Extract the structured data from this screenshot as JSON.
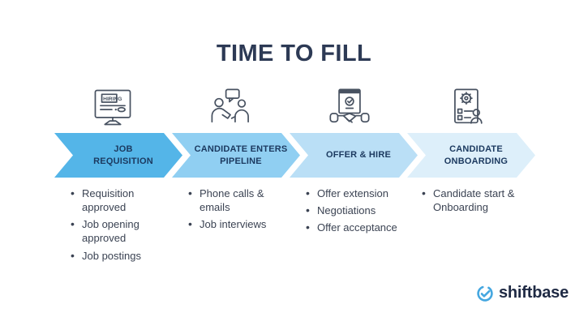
{
  "title": "TIME TO FILL",
  "palette": {
    "title_color": "#2d3a55",
    "label_color": "#1c3a60",
    "bullet_color": "#3b4353",
    "arrow_colors": [
      "#54b5e8",
      "#90cff2",
      "#badff6",
      "#ddeffa"
    ],
    "logo_blue": "#45a7e0",
    "logo_text_color": "#1f2a44"
  },
  "stages": [
    {
      "label": "JOB REQUISITION",
      "icon": "hiring-monitor-icon",
      "arrow_color": "#54b5e8",
      "icon_text": "HIRING",
      "bullets": [
        "Requisition approved",
        "Job opening approved",
        "Job postings"
      ]
    },
    {
      "label": "CANDIDATE ENTERS PIPELINE",
      "icon": "interview-conversation-icon",
      "arrow_color": "#90cff2",
      "bullets": [
        "Phone calls & emails",
        "Job interviews"
      ]
    },
    {
      "label": "OFFER & HIRE",
      "icon": "handshake-contract-icon",
      "arrow_color": "#badff6",
      "bullets": [
        "Offer extension",
        "Negotiations",
        "Offer acceptance"
      ]
    },
    {
      "label": "CANDIDATE ONBOARDING",
      "icon": "onboarding-checklist-icon",
      "arrow_color": "#ddeffa",
      "bullets": [
        "Candidate start & Onboarding"
      ]
    }
  ],
  "logo": {
    "text": "shiftbase",
    "icon": "shiftbase-check-circle-icon"
  }
}
